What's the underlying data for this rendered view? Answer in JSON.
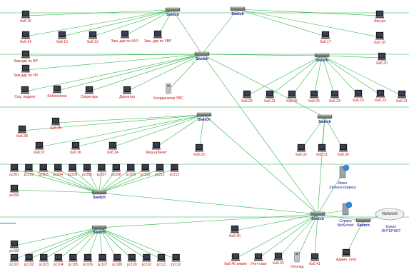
{
  "diagram": {
    "switch_label": "Switch",
    "nodes": [
      {
        "id": "k16",
        "label": "Каб.16",
        "type": "pc"
      },
      {
        "id": "k14",
        "label": "Каб.14",
        "type": "pc"
      },
      {
        "id": "k13",
        "label": "Каб.13",
        "type": "pc"
      },
      {
        "id": "k12",
        "label": "Каб.12",
        "type": "pc"
      },
      {
        "id": "zam_ahch",
        "label": "Зам. дир по АХЧ",
        "type": "pc"
      },
      {
        "id": "zam_uvr",
        "label": "Зам. дир по УВР",
        "type": "pc"
      },
      {
        "id": "k17",
        "label": "Каб.17",
        "type": "pc"
      },
      {
        "id": "fizra",
        "label": "Физ-ра",
        "type": "pc"
      },
      {
        "id": "k18",
        "label": "Каб.18",
        "type": "pc"
      },
      {
        "id": "zam_vr",
        "label": "Зам.дир по ВР",
        "type": "pc"
      },
      {
        "id": "zam_nr",
        "label": "Зам.дир по НР",
        "type": "pc"
      },
      {
        "id": "soc",
        "label": "Соц. педагог",
        "type": "pc"
      },
      {
        "id": "bibl",
        "label": "Библиотека",
        "type": "pc"
      },
      {
        "id": "sekr",
        "label": "Секретарь",
        "type": "pc"
      },
      {
        "id": "dir",
        "label": "Директор",
        "type": "pc"
      },
      {
        "id": "koord",
        "label": "Координатор ЛВС",
        "type": "tower"
      },
      {
        "id": "k20",
        "label": "Каб.20",
        "type": "pc"
      },
      {
        "id": "k25",
        "label": "Каб.25",
        "type": "pc"
      },
      {
        "id": "k31a",
        "label": "Каб.31",
        "type": "pc"
      },
      {
        "id": "k26",
        "label": "Каб.26",
        "type": "pc"
      },
      {
        "id": "k25b",
        "label": "Каб.25",
        "type": "pc"
      },
      {
        "id": "k24",
        "label": "Каб.24",
        "type": "pc"
      },
      {
        "id": "k23",
        "label": "Каб.23",
        "type": "pc"
      },
      {
        "id": "k22",
        "label": "Каб.22",
        "type": "pc"
      },
      {
        "id": "k21",
        "label": "Каб.21",
        "type": "pc"
      },
      {
        "id": "k35",
        "label": "Каб.35",
        "type": "pc"
      },
      {
        "id": "k38",
        "label": "Каб.38",
        "type": "pc"
      },
      {
        "id": "k37",
        "label": "Каб.37",
        "type": "pc"
      },
      {
        "id": "k36",
        "label": "Каб.36",
        "type": "pc"
      },
      {
        "id": "k34",
        "label": "Каб.34",
        "type": "pc"
      },
      {
        "id": "medk",
        "label": "Мед.кабинет",
        "type": "pc"
      },
      {
        "id": "k33",
        "label": "Каб.33",
        "type": "pc"
      },
      {
        "id": "k32",
        "label": "Каб.32",
        "type": "pc"
      },
      {
        "id": "k31",
        "label": "Каб.31",
        "type": "pc"
      },
      {
        "id": "k30",
        "label": "Каб.30",
        "type": "pc"
      },
      {
        "id": "pc201",
        "label": "pc201",
        "type": "pc"
      },
      {
        "id": "pc202",
        "label": "pc202",
        "type": "pc"
      },
      {
        "id": "pc203",
        "label": "pc203",
        "type": "pc"
      },
      {
        "id": "pc204",
        "label": "pc204",
        "type": "pc"
      },
      {
        "id": "pc205",
        "label": "pc205",
        "type": "pc"
      },
      {
        "id": "pc206",
        "label": "pc206",
        "type": "pc"
      },
      {
        "id": "pc207",
        "label": "pc207",
        "type": "pc"
      },
      {
        "id": "pc208",
        "label": "pc208",
        "type": "pc"
      },
      {
        "id": "pc209",
        "label": "pc209",
        "type": "pc"
      },
      {
        "id": "pc210",
        "label": "pc210",
        "type": "pc"
      },
      {
        "id": "pc211",
        "label": "pc211",
        "type": "pc"
      },
      {
        "id": "pc212",
        "label": "pc212",
        "type": "pc"
      },
      {
        "id": "pc200",
        "label": "pc200",
        "type": "pc"
      },
      {
        "id": "pc100",
        "label": "pc100",
        "type": "pc"
      },
      {
        "id": "pc101",
        "label": "pc101",
        "type": "pc"
      },
      {
        "id": "pc102",
        "label": "pc102",
        "type": "pc"
      },
      {
        "id": "pc103",
        "label": "pc103",
        "type": "pc"
      },
      {
        "id": "pc104",
        "label": "pc104",
        "type": "pc"
      },
      {
        "id": "pc105",
        "label": "pc105",
        "type": "pc"
      },
      {
        "id": "pc106",
        "label": "pc106",
        "type": "pc"
      },
      {
        "id": "pc107",
        "label": "pc107",
        "type": "pc"
      },
      {
        "id": "pc108",
        "label": "pc108",
        "type": "pc"
      },
      {
        "id": "pc109",
        "label": "pc109",
        "type": "pc"
      },
      {
        "id": "pc110",
        "label": "pc110",
        "type": "pc"
      },
      {
        "id": "pc111",
        "label": "pc111",
        "type": "pc"
      },
      {
        "id": "pc112",
        "label": "pc112",
        "type": "pc"
      },
      {
        "id": "k40",
        "label": "Каб.40",
        "type": "pc"
      },
      {
        "id": "k46",
        "label": "Каб.46 химия",
        "type": "pc"
      },
      {
        "id": "uchitelskaya",
        "label": "Учит-ская",
        "type": "pc"
      },
      {
        "id": "k42",
        "label": "Каб.42",
        "type": "pc"
      },
      {
        "id": "logoped",
        "label": "Логопед",
        "type": "tower"
      },
      {
        "id": "k41",
        "label": "Каб.41",
        "type": "pc"
      },
      {
        "id": "admin",
        "label": "Админ. сети",
        "type": "pc"
      },
      {
        "id": "proxy",
        "label": "Имен (прокси-сервер)",
        "type": "server"
      },
      {
        "id": "netschool",
        "label": "Сервер NetSchool",
        "type": "server"
      },
      {
        "id": "cloud",
        "label": "Network",
        "type": "cloud"
      },
      {
        "id": "internet",
        "label": "Канал ИНТЕРНЕТ",
        "type": "text"
      }
    ],
    "switches": [
      "sw1",
      "sw2",
      "sw3",
      "sw4",
      "sw5",
      "sw6",
      "sw7",
      "sw8",
      "sw9",
      "sw10",
      "sw11"
    ],
    "edges": [
      [
        "sw1",
        "k16"
      ],
      [
        "sw1",
        "k14"
      ],
      [
        "sw1",
        "k13"
      ],
      [
        "sw1",
        "k12"
      ],
      [
        "sw1",
        "zam_ahch"
      ],
      [
        "sw1",
        "zam_uvr"
      ],
      [
        "sw1",
        "sw3"
      ],
      [
        "sw2",
        "k17"
      ],
      [
        "sw2",
        "fizra"
      ],
      [
        "sw2",
        "k18"
      ],
      [
        "sw2",
        "sw3"
      ],
      [
        "sw3",
        "zam_vr"
      ],
      [
        "sw3",
        "zam_nr"
      ],
      [
        "sw3",
        "soc"
      ],
      [
        "sw3",
        "bibl"
      ],
      [
        "sw3",
        "sekr"
      ],
      [
        "sw3",
        "dir"
      ],
      [
        "sw3",
        "koord"
      ],
      [
        "sw3",
        "sw4"
      ],
      [
        "sw3",
        "sw7"
      ],
      [
        "sw3",
        "sw10"
      ],
      [
        "sw4",
        "k20"
      ],
      [
        "sw4",
        "k25"
      ],
      [
        "sw4",
        "k31a"
      ],
      [
        "sw4",
        "k26"
      ],
      [
        "sw4",
        "k25b"
      ],
      [
        "sw4",
        "k24"
      ],
      [
        "sw4",
        "k23"
      ],
      [
        "sw4",
        "k22"
      ],
      [
        "sw4",
        "k21"
      ],
      [
        "sw5",
        "k35"
      ],
      [
        "sw5",
        "k38"
      ],
      [
        "sw5",
        "k37"
      ],
      [
        "sw5",
        "k36"
      ],
      [
        "sw5",
        "k34"
      ],
      [
        "sw5",
        "medk"
      ],
      [
        "sw5",
        "k33"
      ],
      [
        "sw5",
        "sw10"
      ],
      [
        "sw6",
        "k32"
      ],
      [
        "sw6",
        "k31"
      ],
      [
        "sw6",
        "k30"
      ],
      [
        "sw6",
        "sw10"
      ],
      [
        "sw8",
        "pc201"
      ],
      [
        "sw8",
        "pc202"
      ],
      [
        "sw8",
        "pc203"
      ],
      [
        "sw8",
        "pc204"
      ],
      [
        "sw8",
        "pc205"
      ],
      [
        "sw8",
        "pc206"
      ],
      [
        "sw8",
        "pc207"
      ],
      [
        "sw8",
        "pc208"
      ],
      [
        "sw8",
        "pc209"
      ],
      [
        "sw8",
        "pc210"
      ],
      [
        "sw8",
        "pc211"
      ],
      [
        "sw8",
        "pc212"
      ],
      [
        "sw8",
        "pc200"
      ],
      [
        "sw8",
        "sw10"
      ],
      [
        "sw9",
        "pc100"
      ],
      [
        "sw9",
        "pc101"
      ],
      [
        "sw9",
        "pc102"
      ],
      [
        "sw9",
        "pc103"
      ],
      [
        "sw9",
        "pc104"
      ],
      [
        "sw9",
        "pc105"
      ],
      [
        "sw9",
        "pc106"
      ],
      [
        "sw9",
        "pc107"
      ],
      [
        "sw9",
        "pc108"
      ],
      [
        "sw9",
        "pc109"
      ],
      [
        "sw9",
        "pc110"
      ],
      [
        "sw9",
        "pc111"
      ],
      [
        "sw9",
        "pc112"
      ],
      [
        "sw9",
        "sw10"
      ],
      [
        "sw10",
        "k40"
      ],
      [
        "sw10",
        "k46"
      ],
      [
        "sw10",
        "uchitelskaya"
      ],
      [
        "sw10",
        "k42"
      ],
      [
        "sw10",
        "logoped"
      ],
      [
        "sw10",
        "k41"
      ],
      [
        "sw10",
        "proxy"
      ],
      [
        "sw10",
        "netschool"
      ],
      [
        "sw10",
        "sw11"
      ],
      [
        "sw11",
        "cloud"
      ],
      [
        "sw11",
        "admin"
      ]
    ],
    "colors": {
      "link": "#1fae3a",
      "label": "#cc1111",
      "switch_label": "#1a1a99",
      "divider": "#3a6db0"
    }
  }
}
